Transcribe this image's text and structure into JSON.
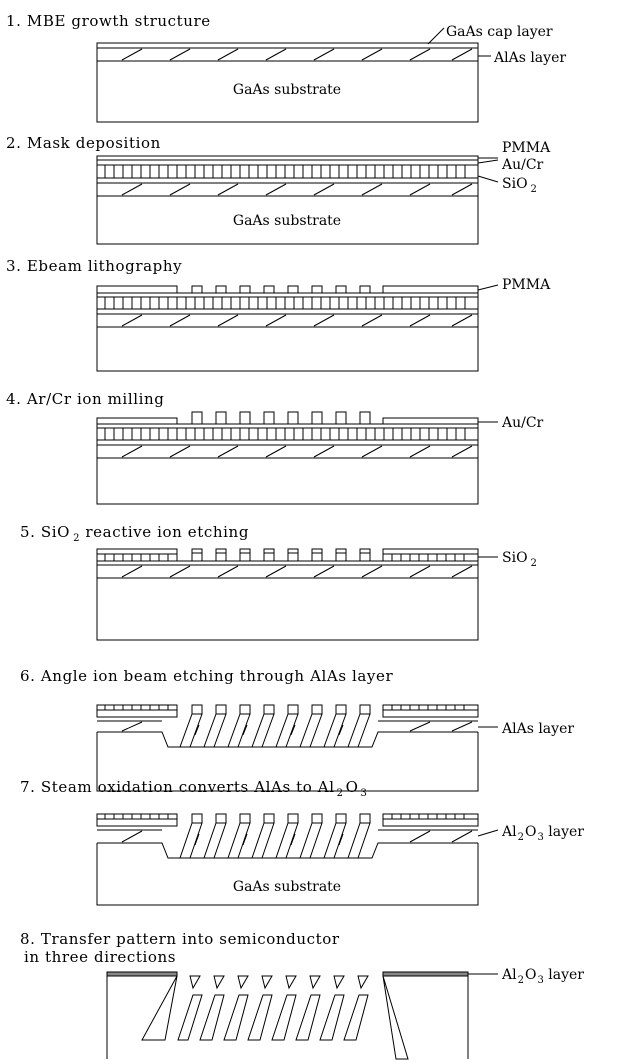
{
  "steps": [
    {
      "title": "1. MBE growth structure",
      "labels": [
        {
          "text": "GaAs cap layer"
        },
        {
          "text": "AlAs layer"
        }
      ],
      "substrate": "GaAs substrate"
    },
    {
      "title": "2. Mask deposition",
      "labels": [
        {
          "text": "PMMA"
        },
        {
          "text": "Au/Cr"
        },
        {
          "text": "SiO",
          "sub": "2"
        }
      ],
      "substrate": "GaAs substrate"
    },
    {
      "title": "3. Ebeam lithography",
      "labels": [
        {
          "text": "PMMA"
        }
      ]
    },
    {
      "title": "4. Ar/Cr ion milling",
      "labels": [
        {
          "text": "Au/Cr"
        }
      ]
    },
    {
      "title_parts": [
        "5. SiO",
        "2",
        " reactive ion etching"
      ],
      "labels": [
        {
          "text": "SiO",
          "sub": "2"
        }
      ]
    },
    {
      "title": "6. Angle ion beam etching through AlAs layer",
      "labels": [
        {
          "text": "AlAs layer"
        }
      ]
    },
    {
      "title_parts": [
        "7. Steam oxidation converts AlAs to Al",
        "2",
        "O",
        "3"
      ],
      "labels": [
        {
          "parts": [
            "Al",
            "2",
            "O",
            "3",
            " layer"
          ]
        }
      ],
      "substrate": "GaAs substrate"
    },
    {
      "title_lines": [
        "8. Transfer pattern into semiconductor",
        "in three directions"
      ],
      "labels": [
        {
          "parts": [
            "Al",
            "2",
            "O",
            "3",
            " layer"
          ]
        }
      ]
    }
  ]
}
